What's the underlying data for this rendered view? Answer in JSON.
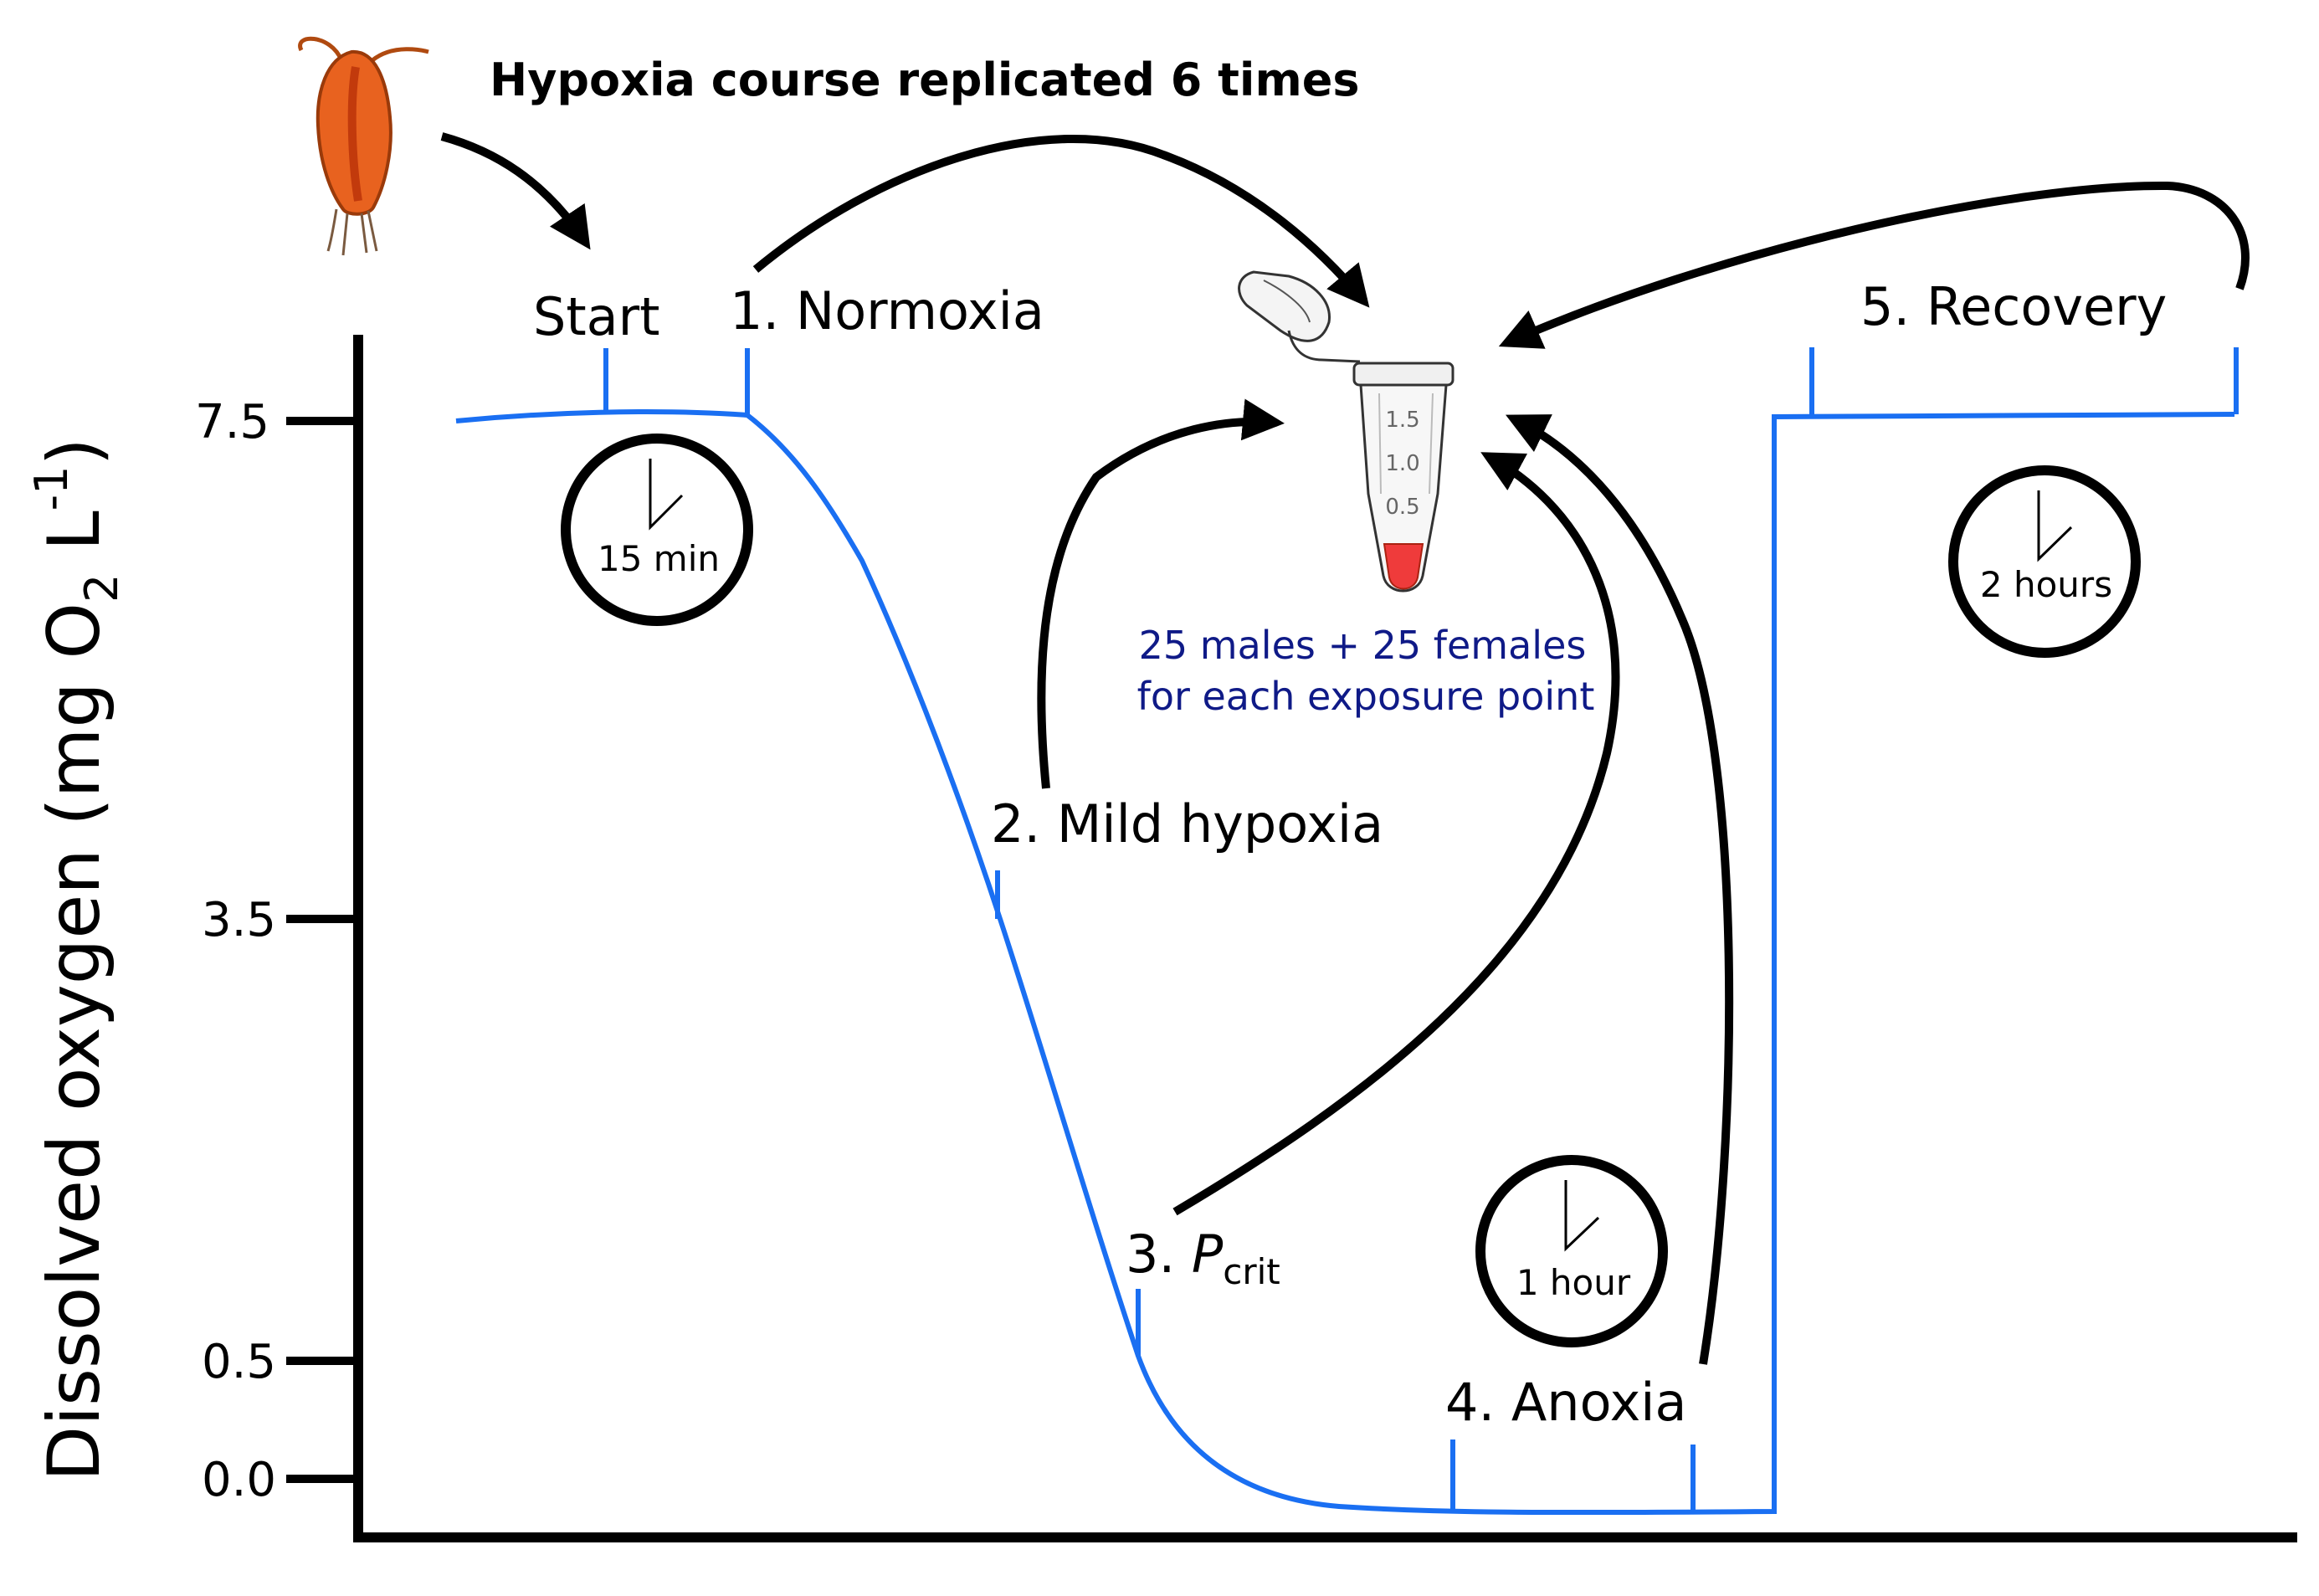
{
  "title": "Hypoxia course replicated 6 times",
  "y_axis": {
    "label_main": "Dissolved oxygen (mg O",
    "label_sub": "2",
    "label_unit": " L",
    "label_sup": "-1",
    "label_close": ")",
    "ticks": [
      "7.5",
      "3.5",
      "0.5",
      "0.0"
    ]
  },
  "stages": {
    "start": "Start",
    "normoxia": "1. Normoxia",
    "mild": "2. Mild hypoxia",
    "pcrit_prefix": "3. ",
    "pcrit_italic": "P",
    "pcrit_sub": "crit",
    "anoxia": "4. Anoxia",
    "recovery": "5. Recovery"
  },
  "clocks": {
    "c1": "15 min",
    "c2": "1 hour",
    "c3": "2 hours"
  },
  "note": {
    "line1": "25 males + 25 females",
    "line2": "for each exposure point"
  },
  "tube_marks": [
    "1.5",
    "1.0",
    "0.5"
  ],
  "colors": {
    "curve": "#1a6ff2",
    "note": "#0f1a87",
    "axis": "#000000",
    "copepod": "#e8621f",
    "tube_fill": "#ef3b3b"
  }
}
